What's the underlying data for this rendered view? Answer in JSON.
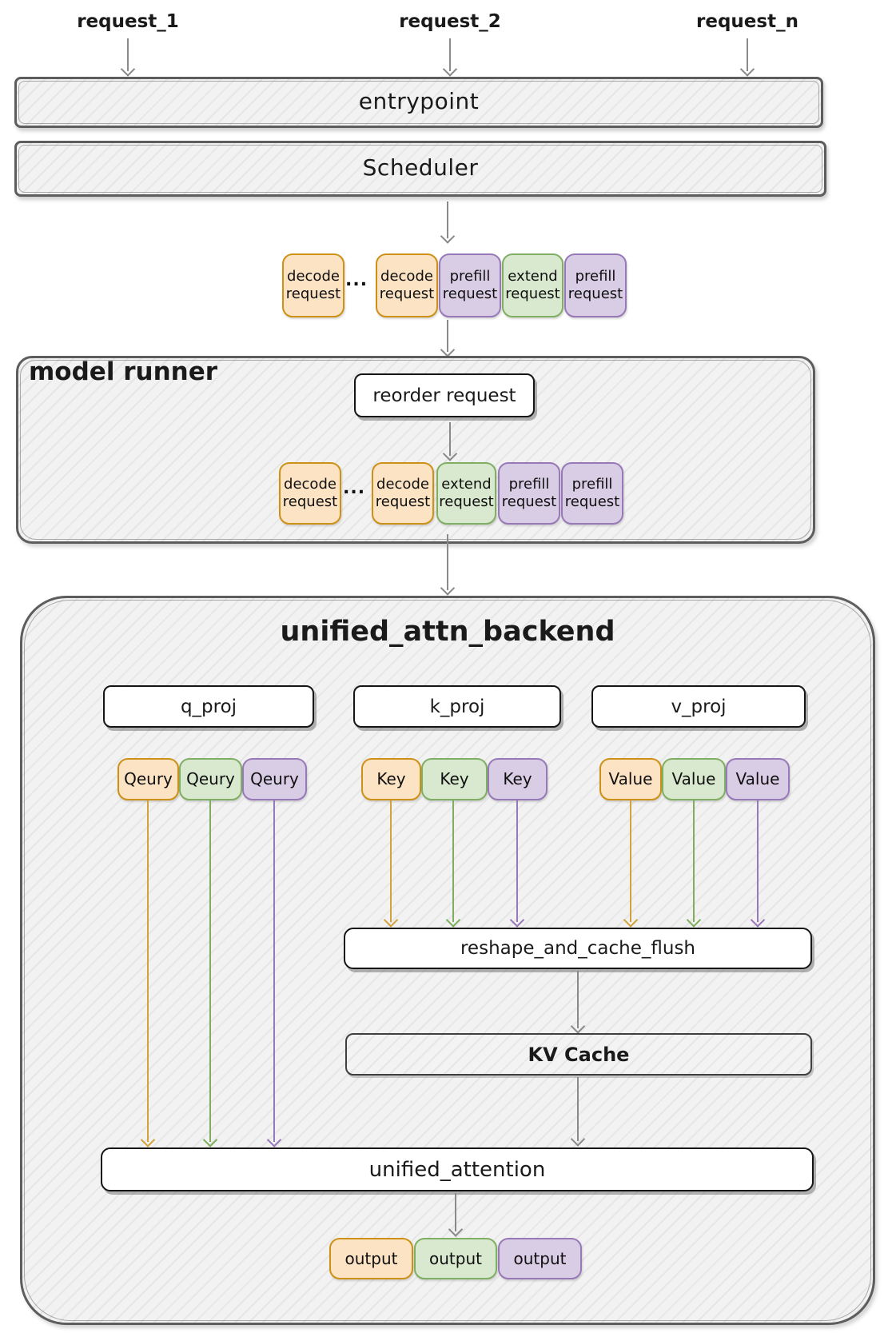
{
  "top": {
    "requests": [
      "request_1",
      "request_2",
      "request_n"
    ]
  },
  "labels": {
    "entrypoint": "entrypoint",
    "scheduler": "Scheduler",
    "model_runner": "model runner",
    "reorder": "reorder request",
    "backend_title": "unified_attn_backend",
    "q_proj": "q_proj",
    "k_proj": "k_proj",
    "v_proj": "v_proj",
    "reshape": "reshape_and_cache_flush",
    "kv_cache": "KV Cache",
    "unified_attention": "unified_attention"
  },
  "scheduler_queue": {
    "ellipsis": "...",
    "chips": [
      {
        "line1": "decode",
        "line2": "request",
        "variant": "orange"
      },
      {
        "line1": "decode",
        "line2": "request",
        "variant": "orange"
      },
      {
        "line1": "prefill",
        "line2": "request",
        "variant": "purple"
      },
      {
        "line1": "extend",
        "line2": "request",
        "variant": "green"
      },
      {
        "line1": "prefill",
        "line2": "request",
        "variant": "purple"
      }
    ]
  },
  "reorder_queue": {
    "ellipsis": "...",
    "chips": [
      {
        "line1": "decode",
        "line2": "request",
        "variant": "orange"
      },
      {
        "line1": "decode",
        "line2": "request",
        "variant": "orange"
      },
      {
        "line1": "extend",
        "line2": "request",
        "variant": "green"
      },
      {
        "line1": "prefill",
        "line2": "request",
        "variant": "purple"
      },
      {
        "line1": "prefill",
        "line2": "request",
        "variant": "purple"
      }
    ]
  },
  "qkv": {
    "query": [
      {
        "label": "Qeury",
        "variant": "orange"
      },
      {
        "label": "Qeury",
        "variant": "green"
      },
      {
        "label": "Qeury",
        "variant": "purple"
      }
    ],
    "key": [
      {
        "label": "Key",
        "variant": "orange"
      },
      {
        "label": "Key",
        "variant": "green"
      },
      {
        "label": "Key",
        "variant": "purple"
      }
    ],
    "value": [
      {
        "label": "Value",
        "variant": "orange"
      },
      {
        "label": "Value",
        "variant": "green"
      },
      {
        "label": "Value",
        "variant": "purple"
      }
    ]
  },
  "outputs": [
    {
      "label": "output",
      "variant": "orange"
    },
    {
      "label": "output",
      "variant": "green"
    },
    {
      "label": "output",
      "variant": "purple"
    }
  ],
  "palette": {
    "orange_fill": "#FCE3C4",
    "orange_border": "#CD9118",
    "green_fill": "#D9E9CF",
    "green_border": "#80AE63",
    "purple_fill": "#D9CDE6",
    "purple_border": "#9879B8",
    "arrow_gray": "#8A8A8A",
    "container_border": "#5D5D5D",
    "container_fill": "#F2F2F2"
  }
}
